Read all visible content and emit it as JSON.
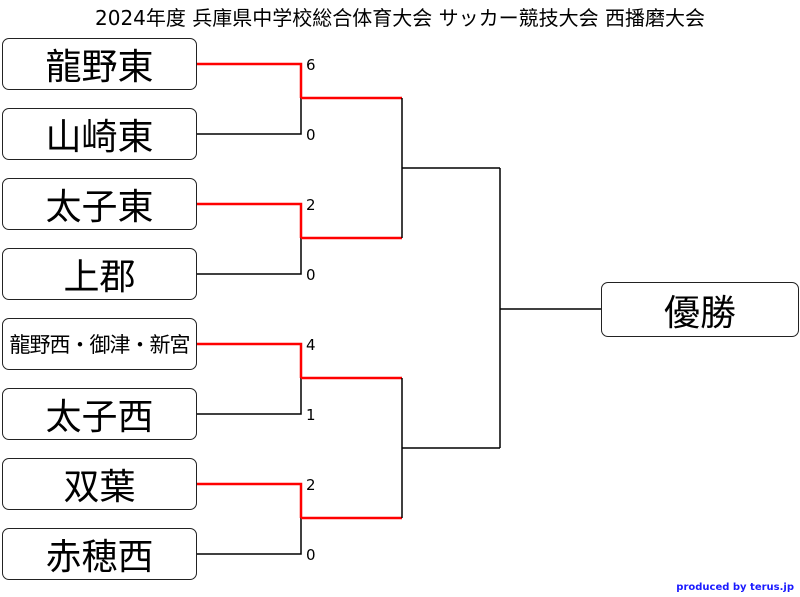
{
  "title": "2024年度 兵庫県中学校総合体育大会 サッカー競技大会 西播磨大会",
  "teams": [
    "龍野東",
    "山崎東",
    "太子東",
    "上郡",
    "龍野西・御津・新宮",
    "太子西",
    "双葉",
    "赤穂西"
  ],
  "scores": [
    "6",
    "0",
    "2",
    "0",
    "4",
    "1",
    "2",
    "0"
  ],
  "champion_label": "優勝",
  "credit": "produced by terus.jp",
  "colors": {
    "win_line": "#ff0000",
    "line": "#000000"
  },
  "bracket": {
    "round1_winners": [
      0,
      2,
      4,
      6
    ]
  }
}
